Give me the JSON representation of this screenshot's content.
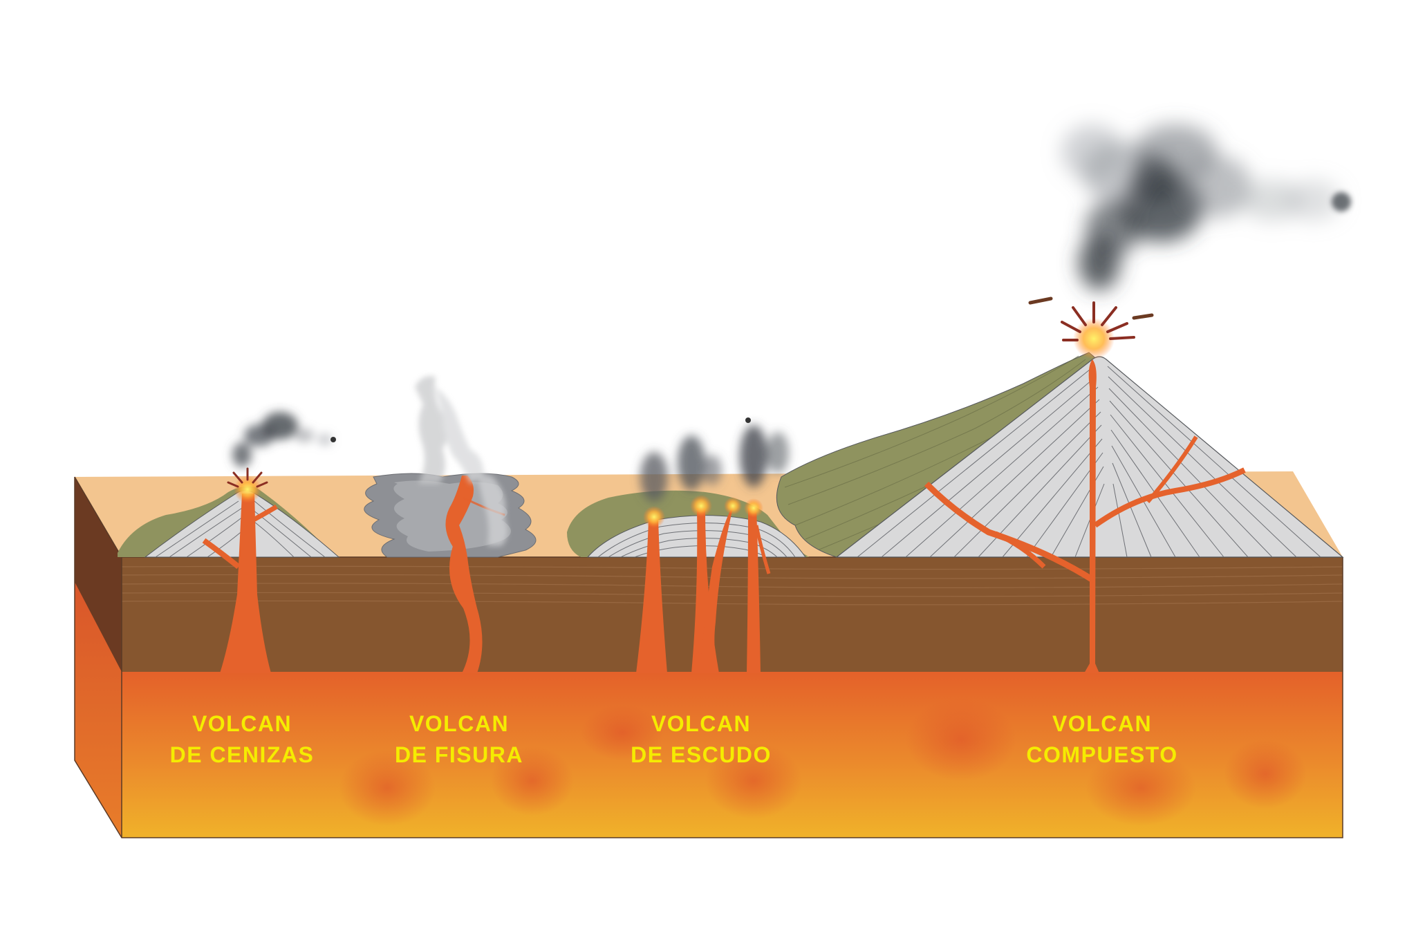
{
  "colors": {
    "label": "#f5ec00",
    "magma_top": "#e4612a",
    "magma_bottom": "#f0b22a",
    "crust": "#86562f",
    "crust_side": "#6b3a22",
    "surface": "#f3c58f",
    "lava": "#e5622c",
    "ash_cone": "#d9d9da",
    "olive_slope": "#8f935f",
    "smoke": "#4a4f55"
  },
  "volcanoes": [
    {
      "type": "cinder",
      "icon": "cinder-cone-volcano-icon",
      "label_line1": "VOLCAN",
      "label_line2": "DE CENIZAS"
    },
    {
      "type": "fissure",
      "icon": "fissure-volcano-icon",
      "label_line1": "VOLCAN",
      "label_line2": "DE FISURA"
    },
    {
      "type": "shield",
      "icon": "shield-volcano-icon",
      "label_line1": "VOLCAN",
      "label_line2": "DE ESCUDO"
    },
    {
      "type": "composite",
      "icon": "stratovolcano-icon",
      "label_line1": "VOLCAN",
      "label_line2": "COMPUESTO"
    }
  ]
}
